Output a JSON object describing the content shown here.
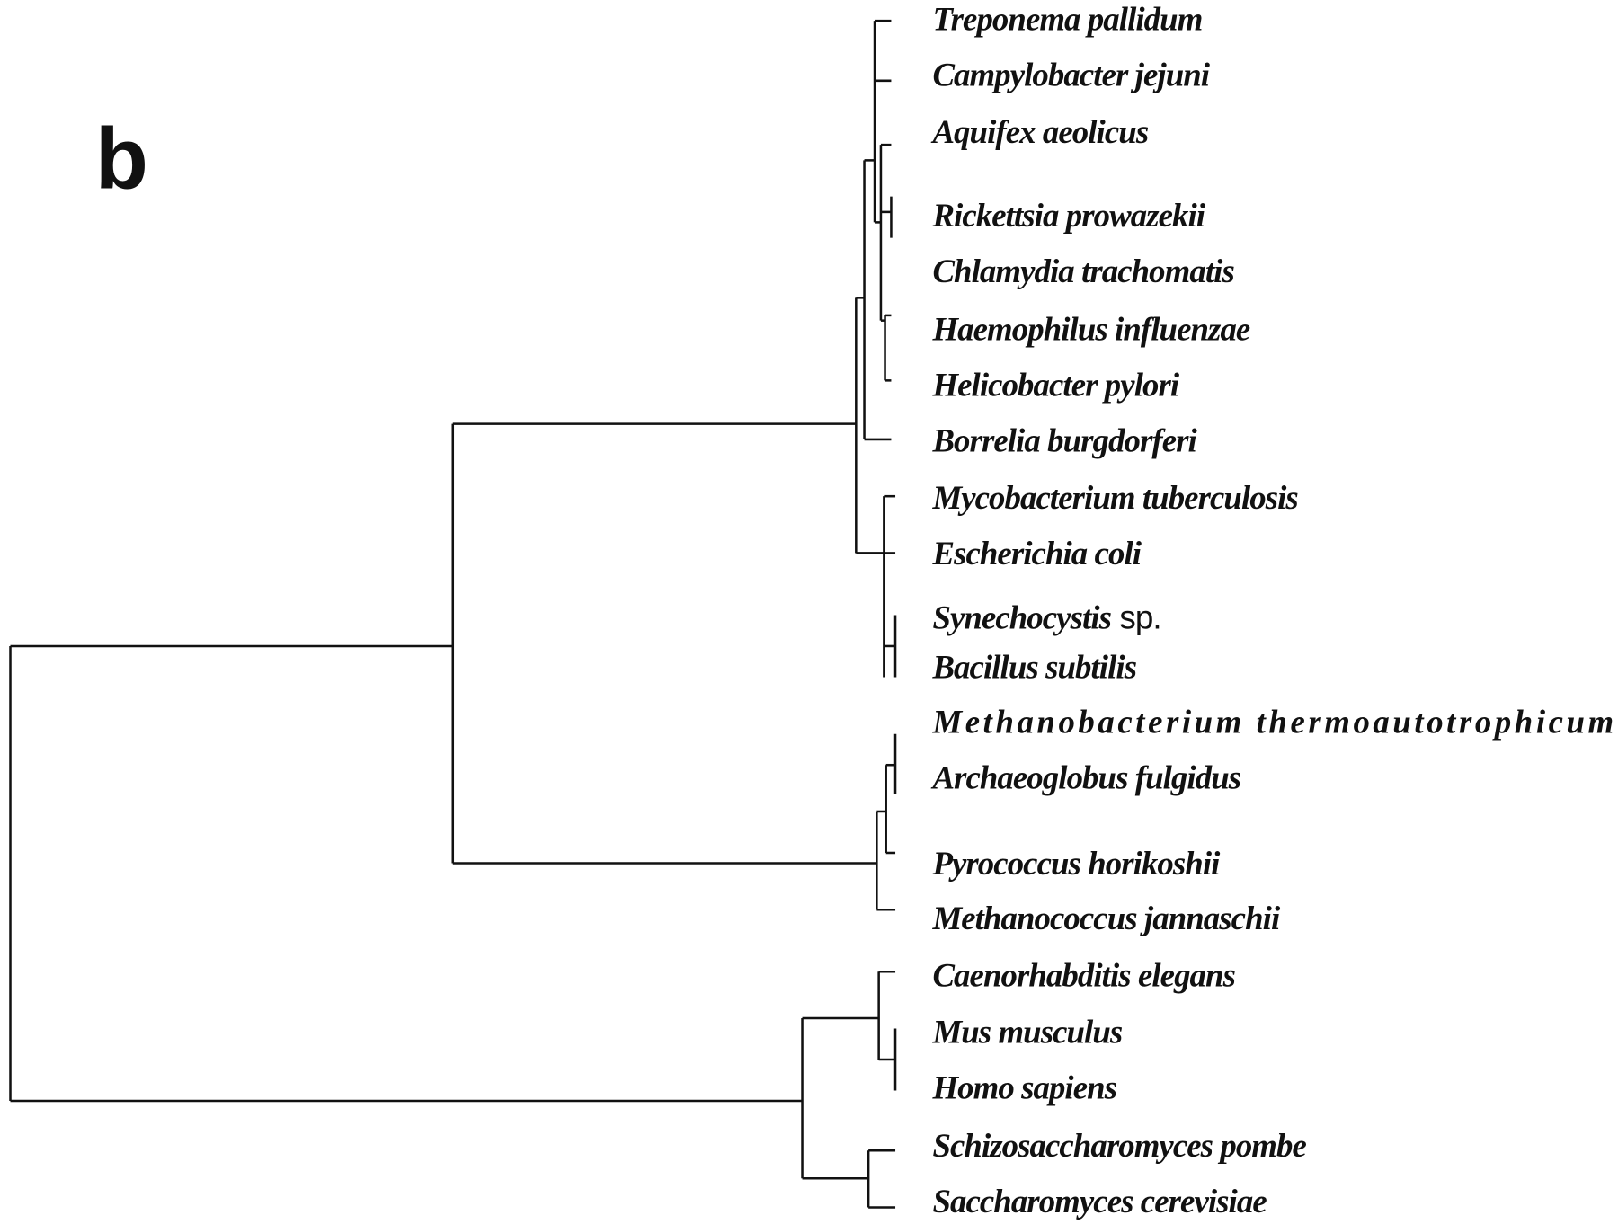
{
  "panel_label": "b",
  "taxa": [
    {
      "name": "Treponema pallidum"
    },
    {
      "name": "Campylobacter jejuni"
    },
    {
      "name": "Aquifex aeolicus"
    },
    {
      "name": "Rickettsia prowazekii"
    },
    {
      "name": "Chlamydia trachomatis"
    },
    {
      "name": "Haemophilus influenzae"
    },
    {
      "name": "Helicobacter pylori"
    },
    {
      "name": "Borrelia burgdorferi"
    },
    {
      "name": "Mycobacterium tuberculosis"
    },
    {
      "name": "Escherichia coli"
    },
    {
      "name": "Synechocystis",
      "suffix": "sp."
    },
    {
      "name": "Bacillus subtilis"
    },
    {
      "name": "Methanobacterium thermoautotrophicum"
    },
    {
      "name": "Archaeoglobus fulgidus"
    },
    {
      "name": "Pyrococcus horikoshii"
    },
    {
      "name": "Methanococcus jannaschii"
    },
    {
      "name": "Caenorhabditis elegans"
    },
    {
      "name": "Mus musculus"
    },
    {
      "name": "Homo sapiens"
    },
    {
      "name": "Schizosaccharomyces pombe"
    },
    {
      "name": "Saccharomyces cerevisiae"
    }
  ]
}
